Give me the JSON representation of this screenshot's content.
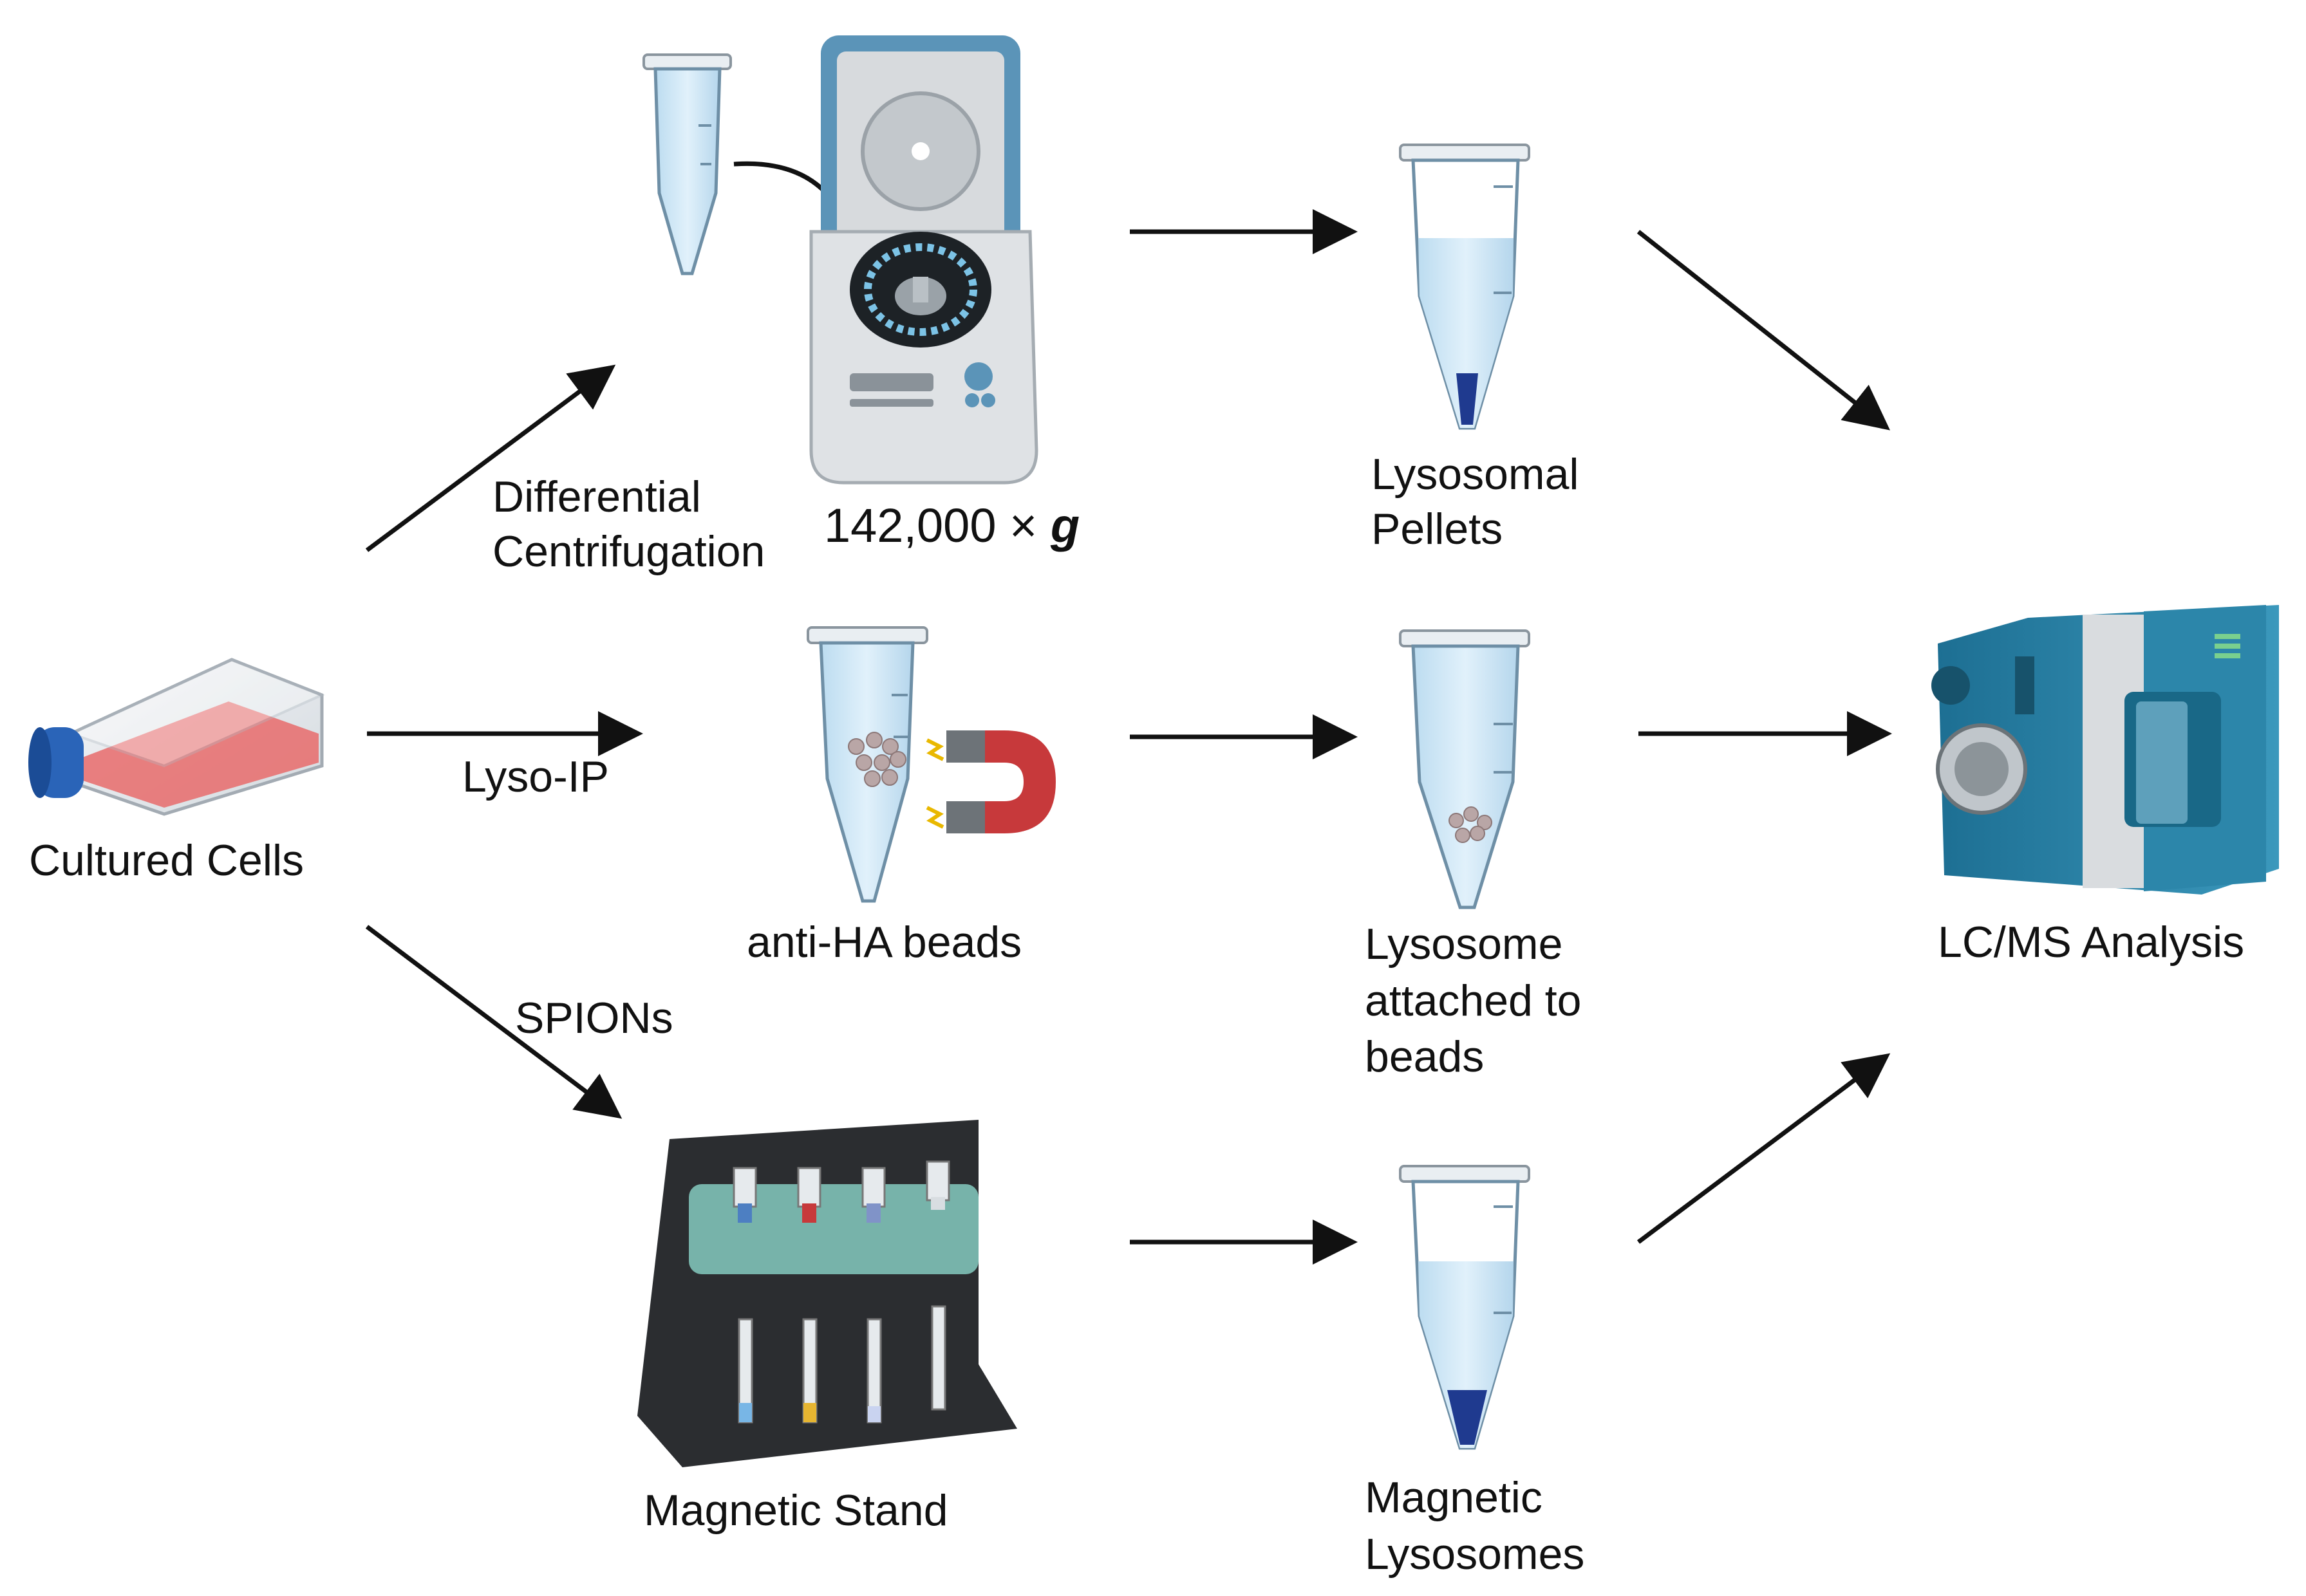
{
  "diagram": {
    "labels": {
      "cultured_cells": "Cultured Cells",
      "differential_line1": "Differential",
      "differential_line2": "Centrifugation",
      "g_force_value": "142,000 × ",
      "g_force_unit": "g",
      "lyso_ip": "Lyso-IP",
      "spions": "SPIONs",
      "anti_ha_beads": "anti-HA beads",
      "magnetic_stand": "Magnetic Stand",
      "lysosomal_line1": "Lysosomal",
      "lysosomal_line2": "Pellets",
      "attached_line1": "Lysosome",
      "attached_line2": "attached to",
      "attached_line3": "beads",
      "magnetic_lys_line1": "Magnetic",
      "magnetic_lys_line2": "Lysosomes",
      "lcms": "LC/MS Analysis"
    },
    "colors": {
      "tube_liquid": "#cfe7f6",
      "tube_outline": "#6e8fa6",
      "pellet": "#1f3a8f",
      "flask_media": "#e86b6b",
      "flask_cap": "#2a64b8",
      "magnet_red": "#c7393b",
      "centrifuge_lid": "#5b94b8",
      "instrument_teal": "#2a7ea0",
      "stand_green": "#7fc2b8",
      "arrow": "#111111"
    },
    "icons": [
      "flask-icon",
      "centrifuge-icon",
      "microtube-icon",
      "magnet-icon",
      "magnetic-stand-icon",
      "pellet-tube-icon",
      "bead-tube-icon",
      "lcms-instrument-icon"
    ]
  }
}
